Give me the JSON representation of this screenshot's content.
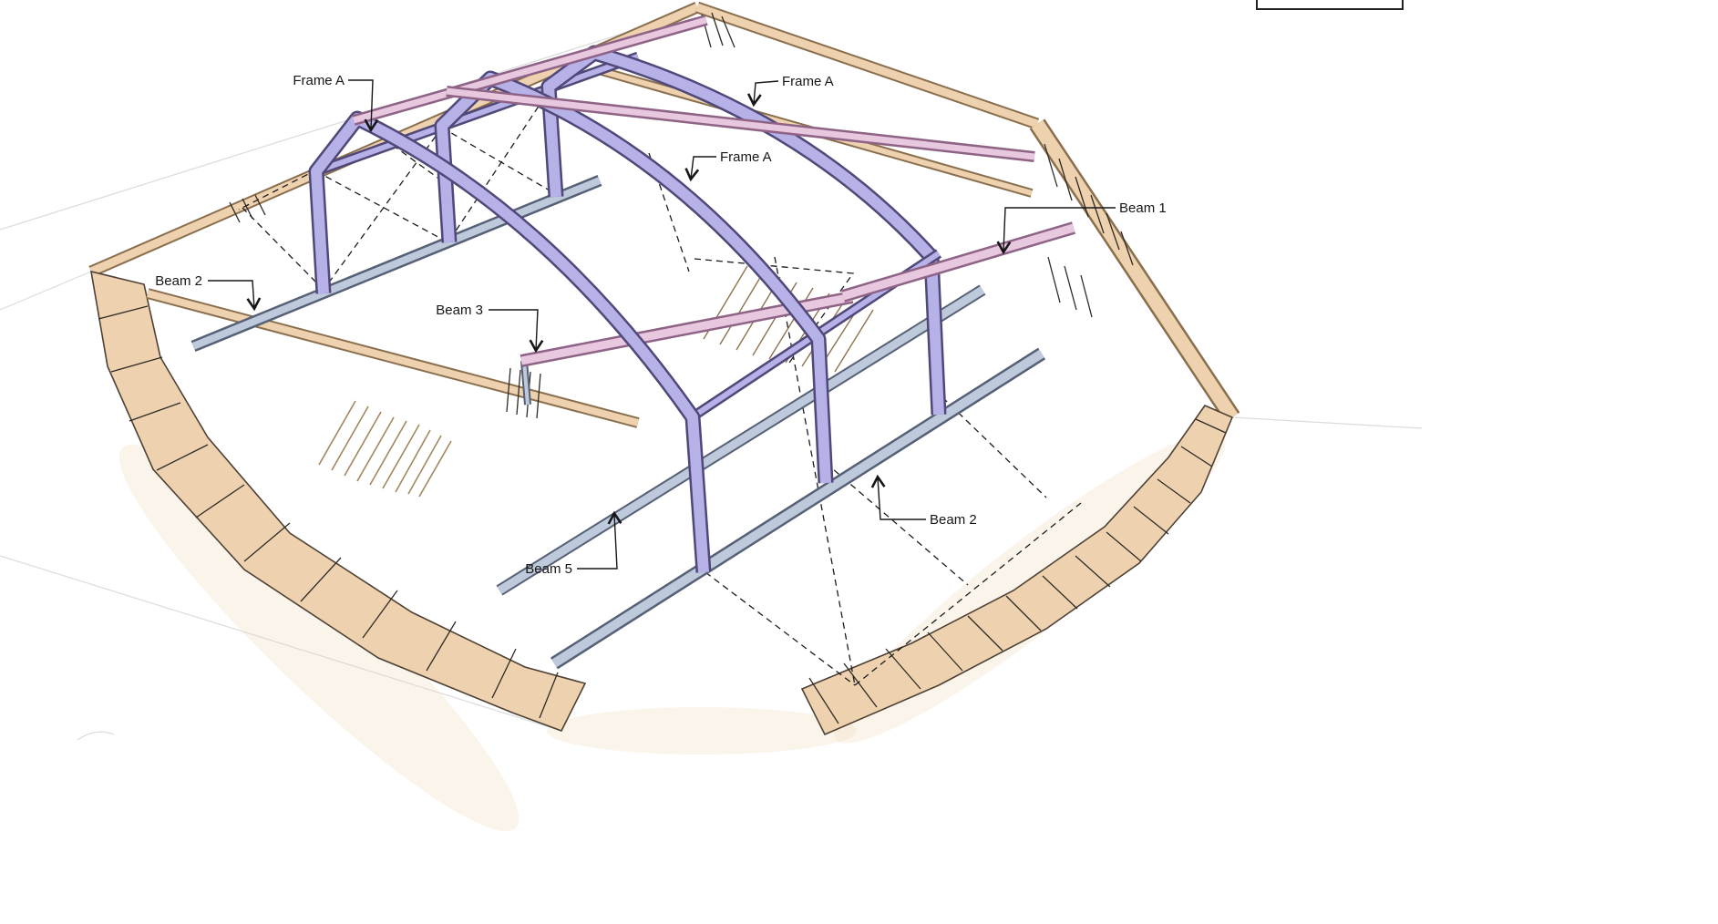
{
  "figure": {
    "kind": "hand-drawn structural framing perspective sketch",
    "labels": {
      "frame_a_left": "Frame A",
      "frame_a_right": "Frame A",
      "frame_a_mid": "Frame A",
      "beam_1": "Beam 1",
      "beam_2_left": "Beam 2",
      "beam_2_right": "Beam 2",
      "beam_3": "Beam 3",
      "beam_5": "Beam 5"
    },
    "colors": {
      "frame": "#b6b1e7",
      "frame_dark": "#4f4878",
      "pink": "#e8c8df",
      "pink_dark": "#8e6386",
      "steel": "#becadb",
      "steel_dark": "#566076",
      "ground": "#eed2b0",
      "ground_dark": "#8a6f4e",
      "ink": "#1c1c1c"
    }
  }
}
